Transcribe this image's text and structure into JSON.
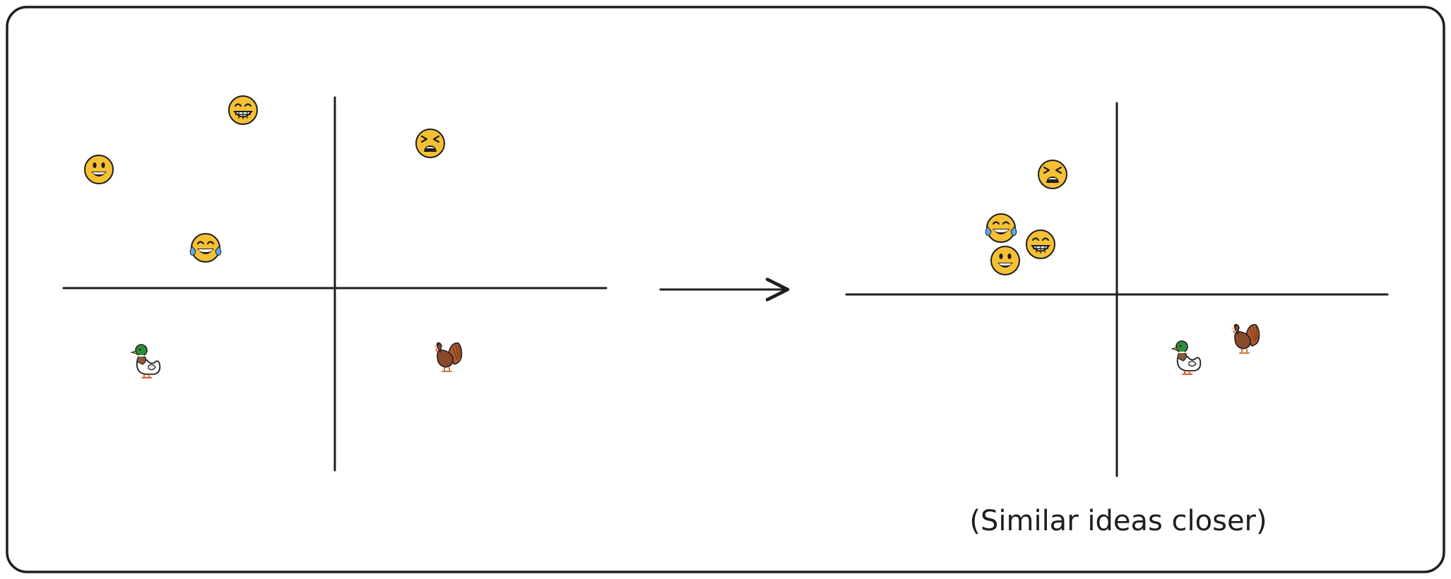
{
  "caption": "(Similar ideas closer)",
  "colors": {
    "ink": "#1e1e1e",
    "face": "#f6c034",
    "face_outline": "#1e1e1e",
    "tears": "#5aa9e6",
    "duck_head": "#2f8f3a",
    "duck_body": "#ffffff",
    "duck_beak": "#f0a030",
    "turkey_body": "#8a4a2a",
    "turkey_tail": "#b35a2a",
    "turkey_wattle": "#d33a2a"
  },
  "panels": [
    {
      "id": "before",
      "items": [
        {
          "name": "grinning-face-icon"
        },
        {
          "name": "beaming-face-icon"
        },
        {
          "name": "tired-face-icon"
        },
        {
          "name": "tears-of-joy-face-icon"
        },
        {
          "name": "duck-icon"
        },
        {
          "name": "turkey-icon"
        }
      ]
    },
    {
      "id": "after",
      "items": [
        {
          "name": "tired-face-icon"
        },
        {
          "name": "tears-of-joy-face-icon"
        },
        {
          "name": "beaming-face-icon"
        },
        {
          "name": "grinning-face-icon"
        },
        {
          "name": "duck-icon"
        },
        {
          "name": "turkey-icon"
        }
      ]
    }
  ]
}
